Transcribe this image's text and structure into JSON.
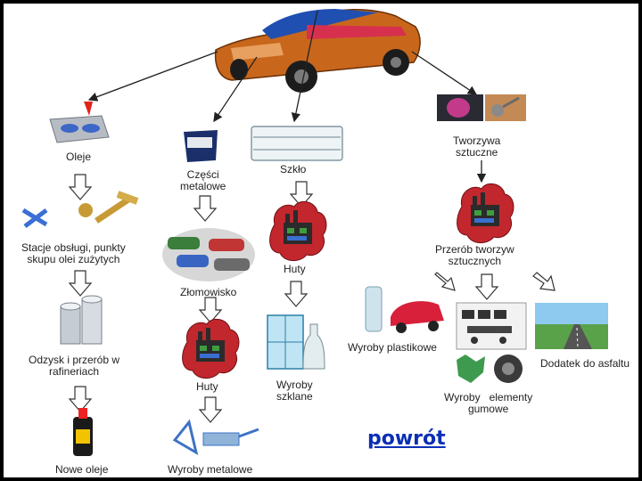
{
  "diagram": {
    "labels": {
      "oils": "Oleje",
      "metal_parts": "Części\nmetalowe",
      "glass": "Szkło",
      "plastics": "Tworzywa\nsztuczne",
      "service_stations": "Stacje obsługi, punkty\nskupu olei zużytych",
      "scrapyard": "Złomowisko",
      "glassworks": "Huty",
      "plastics_processing": "Przerób tworzyw\nsztucznych",
      "refinery": "Odzysk i przerób w\nrafineriach",
      "steelworks": "Huty",
      "glass_products": "Wyroby\nszklane",
      "plastic_products": "Wyroby plastikowe",
      "asphalt_additive": "Dodatek do asfaltu",
      "rubber_products": "Wyroby   elementy\ngumowe",
      "new_oils": "Nowe oleje",
      "metal_products": "Wyroby metalowe"
    }
  },
  "nav": {
    "back_label": "powrót"
  },
  "colors": {
    "car_body": "#c8671c",
    "factory_red": "#c1272d",
    "link": "#0b2fb5"
  }
}
